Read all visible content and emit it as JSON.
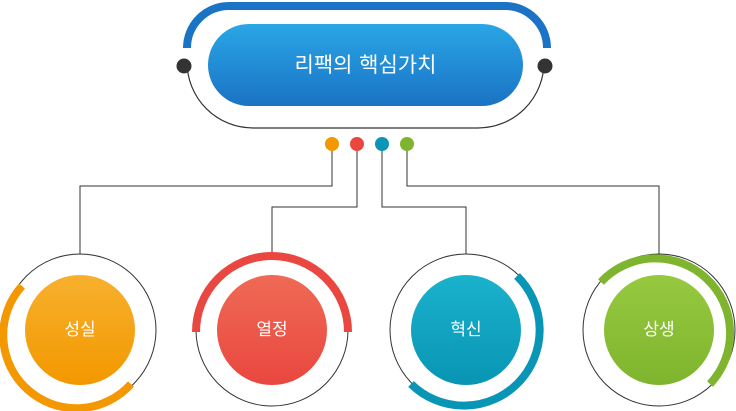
{
  "title": "리팩의 핵심가치",
  "colors": {
    "brand_blue": "#1a73c4",
    "brand_blue_light": "#2aa6e6",
    "dark_dot": "#333333",
    "line": "#333333"
  },
  "values": [
    {
      "label": "성실",
      "color": "#f39800",
      "color_light": "#f7b02d"
    },
    {
      "label": "열정",
      "color": "#e9473f",
      "color_light": "#ef6a55"
    },
    {
      "label": "혁신",
      "color": "#0995b5",
      "color_light": "#1ab2cd"
    },
    {
      "label": "상생",
      "color": "#7fb42e",
      "color_light": "#96c93f"
    }
  ]
}
